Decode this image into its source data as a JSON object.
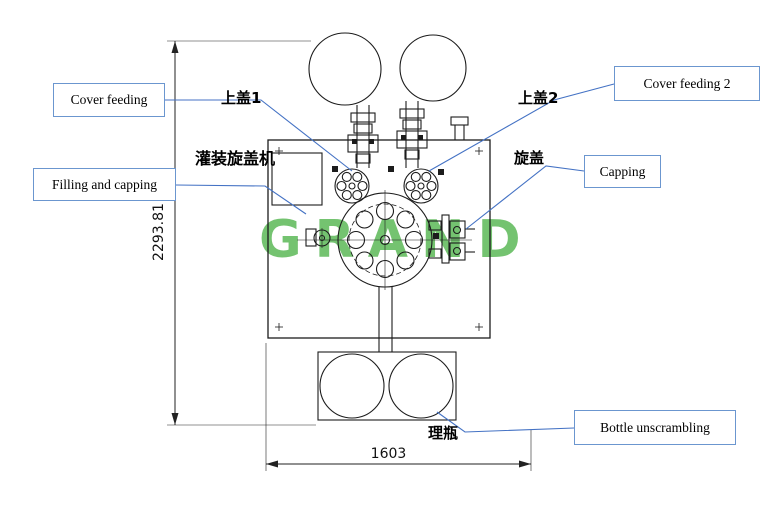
{
  "callouts": {
    "cover_feeding": {
      "label": "Cover feeding"
    },
    "cover_feeding_2": {
      "label": "Cover feeding 2"
    },
    "filling_and_capping": {
      "label": "Filling and capping"
    },
    "capping": {
      "label": "Capping"
    },
    "bottle_unscrambling": {
      "label": "Bottle unscrambling"
    }
  },
  "chinese_labels": {
    "cover_1": "上盖1",
    "cover_2": "上盖2",
    "filling_capping_machine": "灌装旋盖机",
    "capping": "旋盖",
    "bottle_unscrambling": "理瓶"
  },
  "dimensions": {
    "overall_height": "2293.81",
    "overall_width": "1603"
  },
  "watermark": "GRAND",
  "colors": {
    "leader_line": "#4472c4",
    "callout_border": "#6b96cf",
    "drawing_line": "#1c1c1c",
    "watermark_green": "#3aaa35"
  }
}
